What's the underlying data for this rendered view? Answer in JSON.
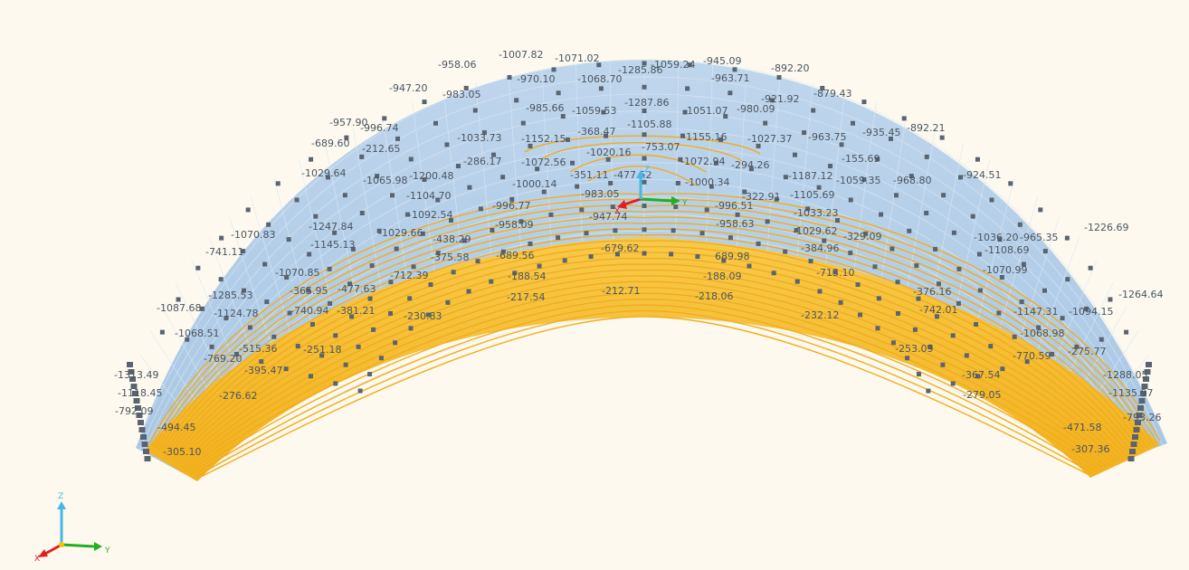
{
  "viewport": {
    "background": "#fdf9ee",
    "shell_color": "#9fc2e3",
    "shell_mesh_color": "#d6e4f0",
    "stress_band_color": "#f5b821",
    "contour_color": "#f2b42a",
    "support_marker_color": "#5a6470",
    "label_color": "#4a5560"
  },
  "axes_triad_center": {
    "x_label": "X",
    "y_label": "Y",
    "z_label": "Z",
    "x_color": "#e02020",
    "y_color": "#22b022",
    "z_color": "#48b6e6"
  },
  "axes_triad_corner": {
    "x_label": "X",
    "y_label": "Y",
    "z_label": "Z",
    "x_color": "#e02020",
    "y_color": "#22b022",
    "z_color": "#48b6e6"
  },
  "value_labels": [
    "-958.06",
    "-1007.82",
    "-1071.02",
    "-1059.24",
    "-945.09",
    "-892.20",
    "-1285.86",
    "-970.10",
    "-1068.70",
    "-963.71",
    "-947.20",
    "-983.05",
    "-921.92",
    "-879.43",
    "-985.66",
    "-1059.53",
    "-1287.86",
    "-1051.07",
    "-980.09",
    "-957.90",
    "-996.74",
    "-368.47",
    "-1105.88",
    "-935.45",
    "-892.21",
    "-689.60",
    "-212.65",
    "-1033.73",
    "-1152.15",
    "-1155.16",
    "-1027.37",
    "-963.75",
    "-1020.16",
    "-753.07",
    "-286.17",
    "-1072.56",
    "-1072.94",
    "-294.26",
    "-155.69",
    "-1029.64",
    "-351.11",
    "-477.52",
    "-1187.12",
    "-1065.98",
    "-1200.48",
    "-1000.14",
    "-1000.34",
    "-1059.35",
    "-968.80",
    "-924.51",
    "-983.05",
    "-1104.70",
    "-322.91",
    "-1105.69",
    "-996.77",
    "-996.51",
    "-1092.54",
    "-947.74",
    "-1033.23",
    "-958.09",
    "-958.63",
    "-1247.84",
    "-1226.69",
    "-1070.83",
    "-1029.66",
    "-1029.62",
    "-329.09",
    "-1036.20",
    "-965.35",
    "-1145.13",
    "-438.29",
    "-679.62",
    "-384.96",
    "-1108.69",
    "-741.11",
    "-375.58",
    "-689.56",
    "689.98",
    "-1070.85",
    "-712.39",
    "-713.10",
    "-1070.99",
    "-365.95",
    "-477.63",
    "-188.54",
    "-188.09",
    "-1285.53",
    "-376.16",
    "-1264.64",
    "-217.54",
    "-212.71",
    "-218.06",
    "-1087.68",
    "-740.94",
    "-381.21",
    "-742.01",
    "-1124.78",
    "-230.83",
    "-232.12",
    "-1147.31",
    "-1094.15",
    "-1068.51",
    "-1068.98",
    "-515.36",
    "-251.18",
    "-253.09",
    "-769.20",
    "-770.59",
    "-275.77",
    "-395.47",
    "-367.54",
    "-1313.49",
    "-1288.05",
    "-1118.45",
    "-276.62",
    "-279.05",
    "-1135.97",
    "-792.09",
    "-793.26",
    "-494.45",
    "-471.58",
    "-305.10",
    "-307.36"
  ]
}
